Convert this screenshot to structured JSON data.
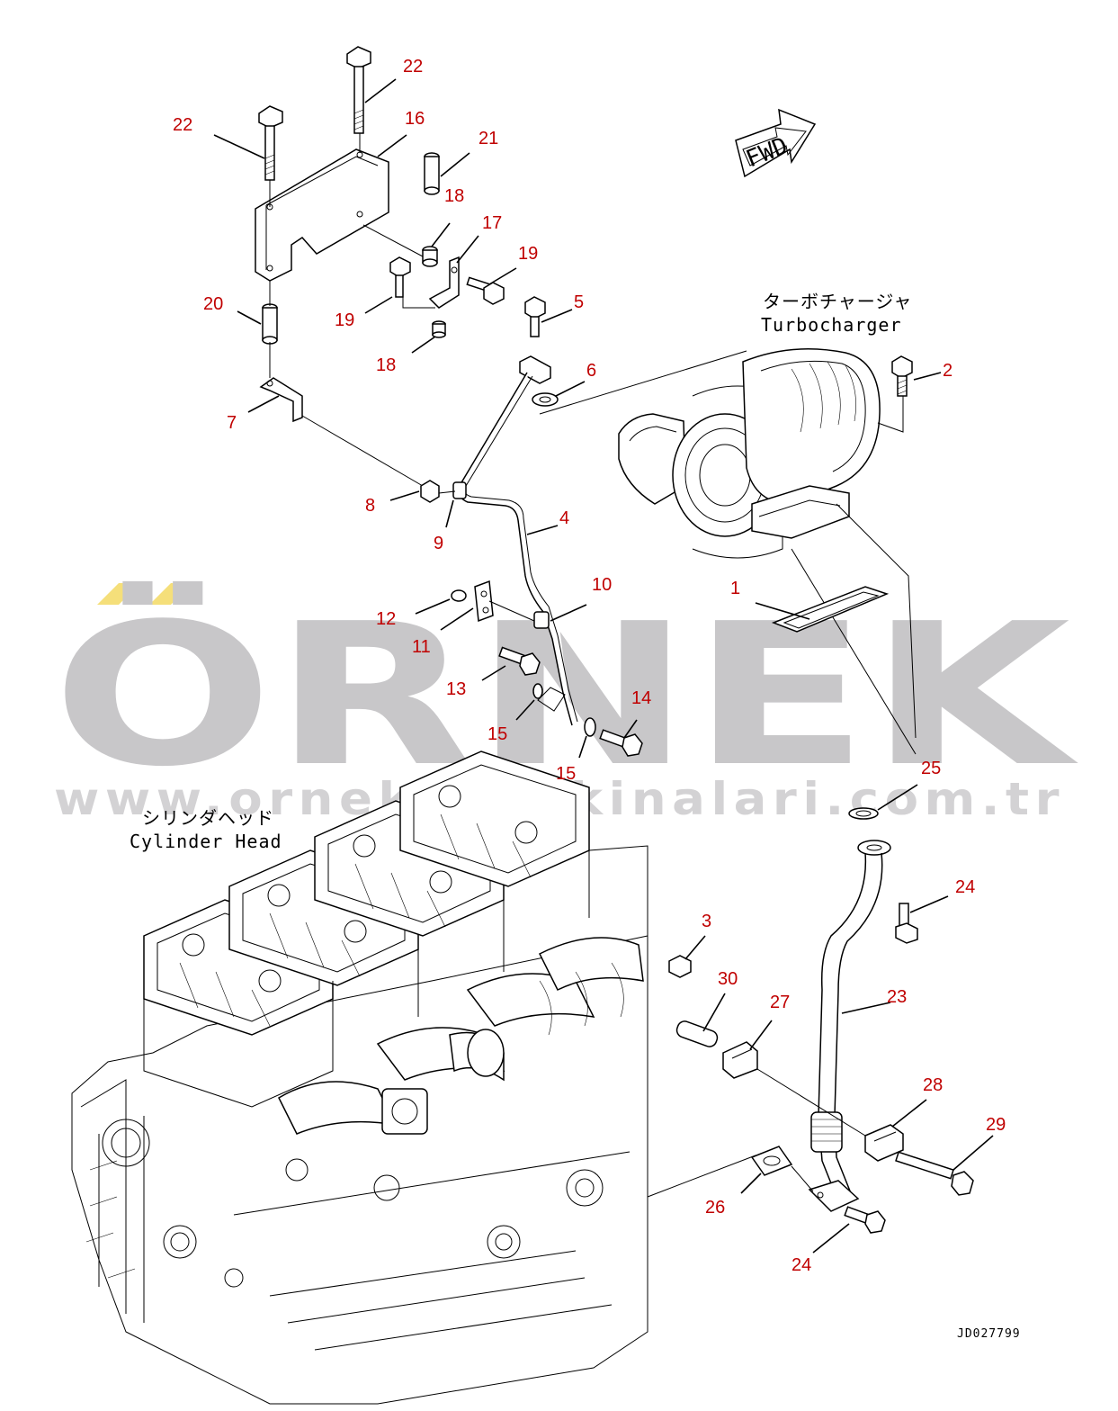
{
  "watermark": {
    "brand": "ÖRNEK",
    "url": "www.ornekismakinalari.com.tr",
    "accent_color": "#f5df7a",
    "text_color": "#c8c7c9"
  },
  "labels": {
    "turbocharger_jp": "ターボチャージャ",
    "turbocharger_en": "Turbocharger",
    "cylinder_head_jp": "シリンダヘッド",
    "cylinder_head_en": "Cylinder Head",
    "fwd": "FWD",
    "drawing_id": "JD027799"
  },
  "callouts": [
    {
      "id": "c22a",
      "num": "22"
    },
    {
      "id": "c22b",
      "num": "22"
    },
    {
      "id": "c16",
      "num": "16"
    },
    {
      "id": "c21",
      "num": "21"
    },
    {
      "id": "c18a",
      "num": "18"
    },
    {
      "id": "c17",
      "num": "17"
    },
    {
      "id": "c19a",
      "num": "19"
    },
    {
      "id": "c19b",
      "num": "19"
    },
    {
      "id": "c18b",
      "num": "18"
    },
    {
      "id": "c20",
      "num": "20"
    },
    {
      "id": "c5",
      "num": "5"
    },
    {
      "id": "c6",
      "num": "6"
    },
    {
      "id": "c2",
      "num": "2"
    },
    {
      "id": "c7",
      "num": "7"
    },
    {
      "id": "c8",
      "num": "8"
    },
    {
      "id": "c9",
      "num": "9"
    },
    {
      "id": "c4",
      "num": "4"
    },
    {
      "id": "c1",
      "num": "1"
    },
    {
      "id": "c10",
      "num": "10"
    },
    {
      "id": "c12",
      "num": "12"
    },
    {
      "id": "c11",
      "num": "11"
    },
    {
      "id": "c13",
      "num": "13"
    },
    {
      "id": "c14",
      "num": "14"
    },
    {
      "id": "c15a",
      "num": "15"
    },
    {
      "id": "c15b",
      "num": "15"
    },
    {
      "id": "c25",
      "num": "25"
    },
    {
      "id": "c24a",
      "num": "24"
    },
    {
      "id": "c3",
      "num": "3"
    },
    {
      "id": "c30",
      "num": "30"
    },
    {
      "id": "c27",
      "num": "27"
    },
    {
      "id": "c23",
      "num": "23"
    },
    {
      "id": "c28",
      "num": "28"
    },
    {
      "id": "c29",
      "num": "29"
    },
    {
      "id": "c26",
      "num": "26"
    },
    {
      "id": "c24b",
      "num": "24"
    }
  ]
}
